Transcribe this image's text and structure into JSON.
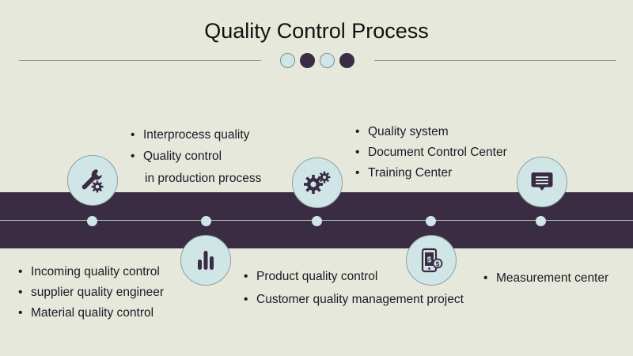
{
  "title": "Quality Control Process",
  "colors": {
    "background": "#e6e8dc",
    "band": "#3a2c42",
    "accent_light": "#cfe5e6",
    "accent_dark": "#3a2c42"
  },
  "decor_dots": [
    "light",
    "dark",
    "light",
    "dark"
  ],
  "steps": [
    {
      "icon": "wrench-gear-icon",
      "items": [
        "Incoming quality control",
        "supplier quality engineer",
        "Material quality control"
      ]
    },
    {
      "icon": "bar-chart-icon",
      "items": [
        "Interprocess quality",
        "Quality control",
        "in production process"
      ]
    },
    {
      "icon": "gears-icon",
      "items": [
        "Product quality control",
        "Customer quality management project"
      ]
    },
    {
      "icon": "mobile-payment-icon",
      "items": [
        "Quality system",
        "Document Control Center",
        "Training Center"
      ]
    },
    {
      "icon": "chat-message-icon",
      "items": [
        "Measurement center"
      ]
    }
  ]
}
